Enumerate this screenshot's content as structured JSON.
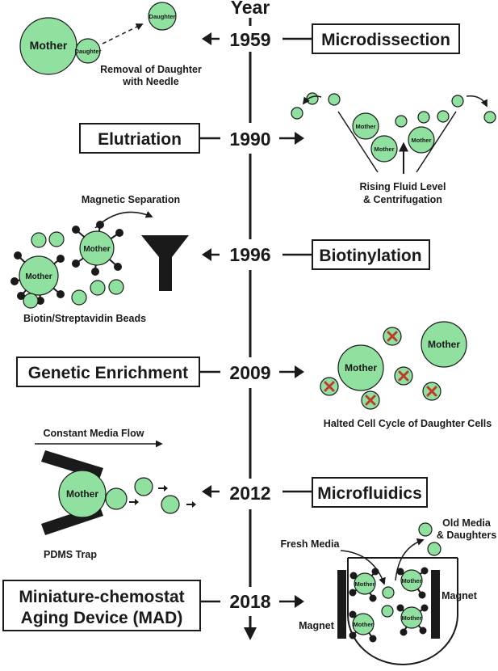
{
  "axis": {
    "title": "Year"
  },
  "events": [
    {
      "year": "1959",
      "method": "Microdissection",
      "caption": [
        "Removal of Daughter",
        "with Needle"
      ]
    },
    {
      "year": "1990",
      "method": "Elutriation",
      "caption": [
        "Rising Fluid Level",
        "& Centrifugation"
      ]
    },
    {
      "year": "1996",
      "method": "Biotinylation",
      "caption": [
        "Biotin/Streptavidin Beads"
      ],
      "extra": "Magnetic Separation"
    },
    {
      "year": "2009",
      "method": "Genetic Enrichment",
      "caption": [
        "Halted Cell Cycle of Daughter Cells"
      ]
    },
    {
      "year": "2012",
      "method": "Microfluidics",
      "caption": [
        "PDMS Trap"
      ],
      "extra": "Constant Media Flow"
    },
    {
      "year": "2018",
      "method": [
        "Miniature-chemostat",
        "Aging Device (MAD)"
      ]
    }
  ],
  "cell_labels": {
    "mother": "Mother",
    "daughter": "Daughter"
  },
  "mad_labels": {
    "fresh_media": "Fresh Media",
    "old_media": [
      "Old Media",
      "& Daughters"
    ],
    "magnet": "Magnet"
  },
  "colors": {
    "cell_fill": "#90e0a0",
    "ink": "#1a1a1a",
    "cross": "#c0392b"
  }
}
